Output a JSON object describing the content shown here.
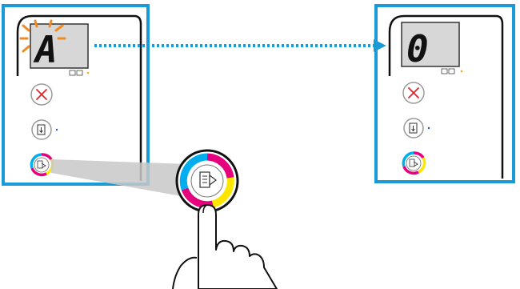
{
  "diagram": {
    "left_panel": {
      "display_character": "A",
      "display_blinking": true,
      "buttons": [
        "cancel-button",
        "resume-button",
        "color-copy-button"
      ]
    },
    "right_panel": {
      "display_character": "0",
      "display_blinking": false,
      "buttons": [
        "cancel-button",
        "resume-button",
        "color-copy-button"
      ]
    },
    "action": "press-and-hold-color-copy",
    "colors": {
      "frame_blue": "#1a9ad6",
      "arrow_blue": "#1a9ad6",
      "blink_orange": "#f08a24",
      "cancel_red": "#e0262b",
      "ring_magenta": "#e5007e",
      "ring_yellow": "#ffe600",
      "ring_cyan": "#00aeef",
      "callout_gray": "#c8c8c8",
      "dot_orange": "#f5a623",
      "dot_blue": "#2a4bd7"
    },
    "icons": [
      "blink-rays-icon",
      "cancel-x-icon",
      "resume-doc-icon",
      "copy-doc-icon",
      "finger-icon",
      "dotted-arrow-icon"
    ]
  }
}
